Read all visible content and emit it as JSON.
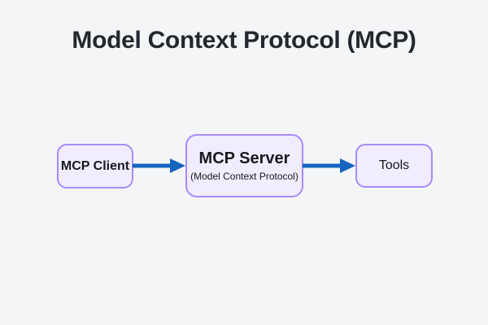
{
  "title": "Model Context Protocol (MCP)",
  "diagram": {
    "nodes": [
      {
        "id": "client",
        "label": "MCP Client"
      },
      {
        "id": "server",
        "label": "MCP Server",
        "sublabel": "(Model Context Protocol)"
      },
      {
        "id": "tools",
        "label": "Tools"
      }
    ],
    "edges": [
      {
        "from": "client",
        "to": "server"
      },
      {
        "from": "server",
        "to": "tools"
      }
    ]
  },
  "colors": {
    "background": "#f4f5f7",
    "box_fill": "#f1ecfe",
    "box_border": "#a78bfa",
    "arrow": "#1565c0",
    "title_text": "#23272e",
    "label_text": "#16191d"
  }
}
